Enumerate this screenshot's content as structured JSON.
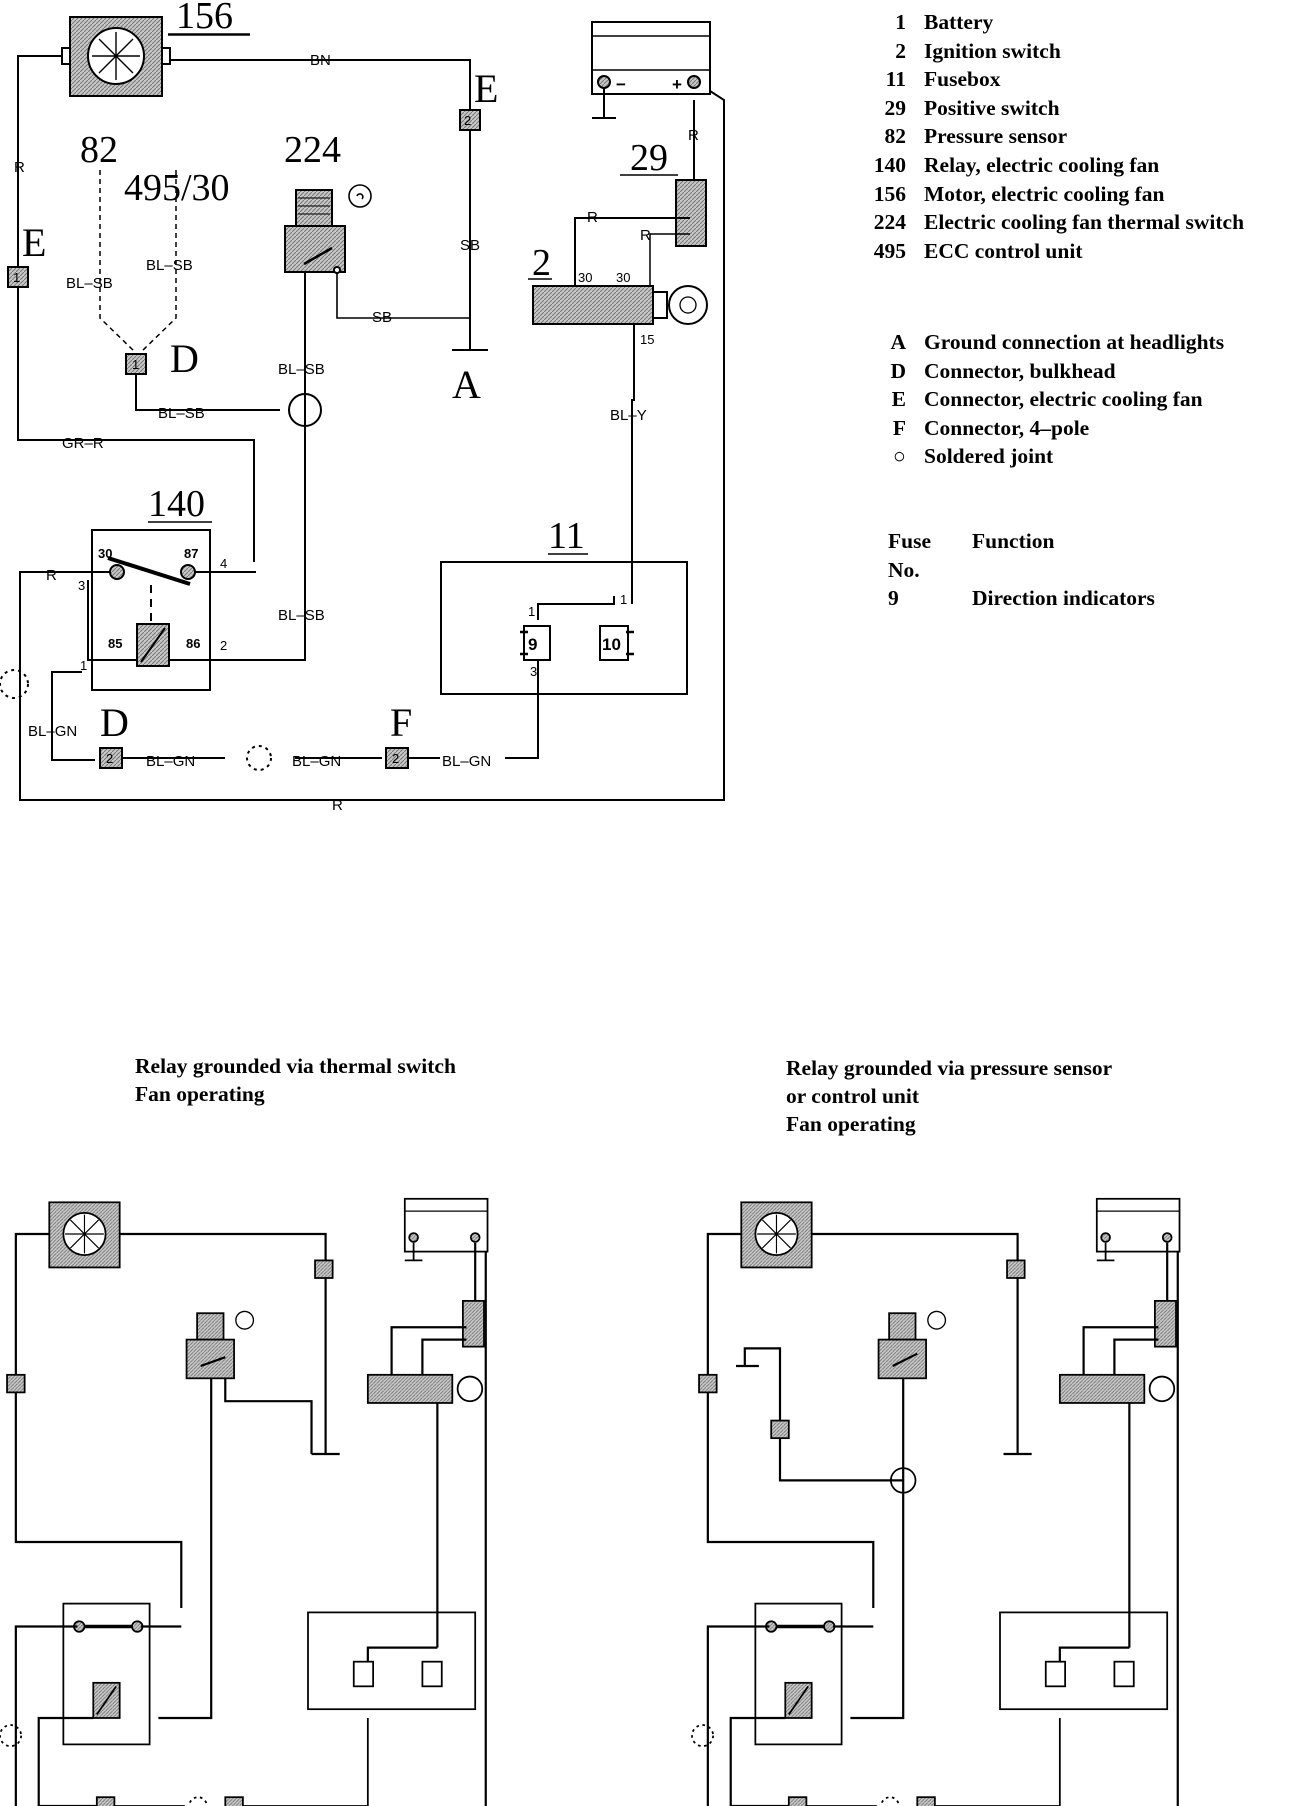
{
  "diagram_numbers": {
    "motor": "156",
    "thermal_switch": "224",
    "pressure_sensor": "82",
    "ecc_unit": "495/30",
    "positive_switch": "29",
    "ignition_switch": "2",
    "relay": "140",
    "fusebox": "11"
  },
  "connector_letters": {
    "e_top": "E",
    "e_left": "E",
    "d_top": "D",
    "d_bottom": "D",
    "a": "A",
    "f": "F"
  },
  "wire_labels": {
    "bn": "BN",
    "r_left": "R",
    "r_pos_switch": "R",
    "r_ign_1": "R",
    "r_ign_2": "R",
    "r_relay": "R",
    "r_bottom": "R",
    "sb_right": "SB",
    "sb_thermal": "SB",
    "bl_sb_1": "BL–SB",
    "bl_sb_2": "BL–SB",
    "bl_sb_3": "BL–SB",
    "bl_sb_4": "BL–SB",
    "bl_sb_5": "BL–SB",
    "gr_r": "GR–R",
    "bl_y": "BL–Y",
    "bl_gn_1": "BL–GN",
    "bl_gn_2": "BL–GN",
    "bl_gn_3": "BL–GN",
    "bl_gn_4": "BL–GN"
  },
  "pin_labels": {
    "relay_30": "30",
    "relay_87": "87",
    "relay_85": "85",
    "relay_86": "86",
    "relay_p3": "3",
    "relay_p4": "4",
    "relay_p2": "2",
    "relay_p1": "1",
    "ign_30a": "30",
    "ign_30b": "30",
    "ign_15": "15",
    "fuse_9": "9",
    "fuse_10": "10",
    "fuse_p1a": "1",
    "fuse_p1b": "1",
    "fuse_p3": "3",
    "conn_e_top": "2",
    "conn_e_left": "1",
    "conn_d_top": "1",
    "conn_d_bottom": "2",
    "conn_f": "2",
    "batt_minus": "−",
    "batt_plus": "+"
  },
  "legend": [
    {
      "key": "1",
      "label": "Battery"
    },
    {
      "key": "2",
      "label": "Ignition switch"
    },
    {
      "key": "11",
      "label": "Fusebox"
    },
    {
      "key": "29",
      "label": "Positive switch"
    },
    {
      "key": "82",
      "label": "Pressure sensor"
    },
    {
      "key": "140",
      "label": "Relay, electric cooling fan"
    },
    {
      "key": "156",
      "label": "Motor, electric cooling fan"
    },
    {
      "key": "224",
      "label": "Electric cooling fan thermal switch"
    },
    {
      "key": "495",
      "label": "ECC control unit"
    }
  ],
  "legend_connectors": [
    {
      "key": "A",
      "label": "Ground connection at headlights"
    },
    {
      "key": "D",
      "label": "Connector, bulkhead"
    },
    {
      "key": "E",
      "label": "Connector, electric cooling fan"
    },
    {
      "key": "F",
      "label": "Connector, 4–pole"
    },
    {
      "key": "○",
      "label": "Soldered joint"
    }
  ],
  "fuse_table": {
    "col1_header": "Fuse",
    "col1_header2": "No.",
    "col2_header": "Function",
    "rows": [
      {
        "fuse": "9",
        "function": "Direction indicators"
      }
    ]
  },
  "captions": {
    "left": "Relay grounded via thermal switch\nFan operating",
    "right": "Relay grounded via pressure sensor\nor control unit\nFan operating"
  },
  "colors": {
    "ink": "#000000",
    "component_fill": "#bdbdbd"
  }
}
